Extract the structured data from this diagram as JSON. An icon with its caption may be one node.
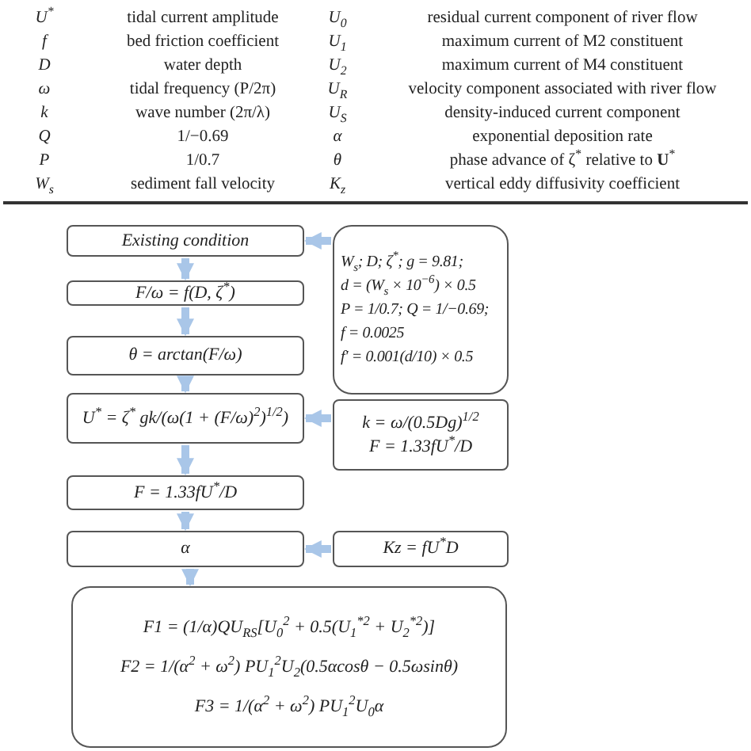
{
  "diagram": {
    "nodes": [
      {
        "text": [
          "Existing condition"
        ]
      },
      {
        "text": [
          "W$_{s}$; D; ζ$^{*}$; g = 9.81;",
          "d = (W$_{s}$ × 10$^{−6}$) × 0.5",
          "P = 1/0.7; Q = 1/−0.69;",
          "f = 0.0025",
          "f′ = 0.001(d/10) × 0.5"
        ]
      },
      {
        "text": [
          "F/ω = f(D, ζ$^{*}$)"
        ]
      },
      {
        "text": [
          "θ = arctan(F/ω)"
        ]
      },
      {
        "text": [
          "U$^{*}$ = ζ$^{*}$ gk/(ω(1 + (F/ω)$^{2}$)$^{1/2}$)"
        ]
      },
      {
        "text": [
          "k = ω/(0.5Dg)$^{1/2}$",
          "F = 1.33fU$^{*}$/D"
        ]
      },
      {
        "text": [
          "F = 1.33fU$^{*}$/D"
        ]
      },
      {
        "text": [
          "α"
        ]
      },
      {
        "text": [
          "Kz = fU$^{*}$D"
        ]
      },
      {
        "text": [
          "F1 = (1/α)QU$_{RS}$[U$_{0}$$^{2}$ + 0.5(U$_{1}$$^{*2}$ + U$_{2}$$^{*2}$)]",
          "F2 = 1/(α$^{2}$ + ω$^{2}$) PU$_{1}$$^{2}$U$_{2}$(0.5αcosθ − 0.5ωsinθ)",
          "F3 = 1/(α$^{2}$ + ω$^{2}$) PU$_{1}$$^{2}$U$_{0}$α"
        ]
      }
    ],
    "edges": [
      {
        "from": 0,
        "to": 2,
        "arrow": "to"
      },
      {
        "from": 2,
        "to": 3,
        "arrow": "to"
      },
      {
        "from": 3,
        "to": 4,
        "arrow": "to"
      },
      {
        "from": 4,
        "to": 6,
        "arrow": "to"
      },
      {
        "from": 6,
        "to": 7,
        "arrow": "to"
      },
      {
        "from": 7,
        "to": 9,
        "arrow": "to"
      },
      {
        "from": 1,
        "to": 0,
        "arrow": "to"
      },
      {
        "from": 5,
        "to": 4,
        "arrow": "to"
      },
      {
        "from": 8,
        "to": 7,
        "arrow": "to"
      }
    ],
    "labels": [
      "U$^{*}$",
      "tidal current amplitude",
      "U$_{0}$",
      "residual current component of river flow",
      "f",
      "bed friction coefficient",
      "U$_{1}$",
      "maximum current of M2 constituent",
      "D",
      "water depth",
      "U$_{2}$",
      "maximum current of M4 constituent",
      "ω",
      "tidal frequency (P/2π)",
      "U$_{R}$",
      "velocity component associated with river flow",
      "k",
      "wave number (2π/λ)",
      "U$_{S}$",
      "density-induced current component",
      "Q",
      "1/−0.69",
      "α",
      "exponential deposition rate",
      "P",
      "1/0.7",
      "θ",
      "phase advance of ζ$^{*}$ relative to **U**$^{*}$",
      "W$_{s}$",
      "sediment fall velocity",
      "K$_{z}$",
      "vertical eddy diffusivity coefficient"
    ]
  }
}
